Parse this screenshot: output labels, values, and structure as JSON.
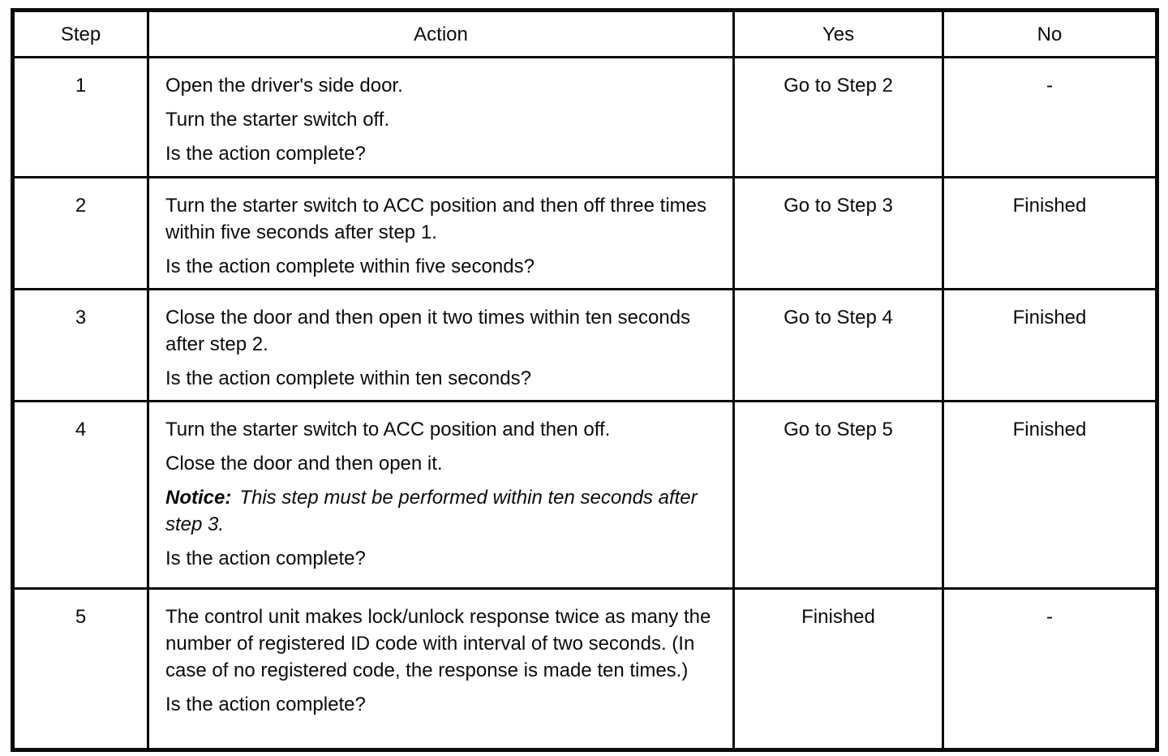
{
  "table": {
    "headers": {
      "step": "Step",
      "action": "Action",
      "yes": "Yes",
      "no": "No"
    },
    "rows": [
      {
        "step": "1",
        "action": [
          "Open the driver's side door.",
          "Turn the starter switch off.",
          "Is the action complete?"
        ],
        "yes": "Go to Step 2",
        "no": "-"
      },
      {
        "step": "2",
        "action": [
          "Turn the starter switch to ACC position and then off three times within five seconds after step 1.",
          "Is the action complete within five seconds?"
        ],
        "yes": "Go to Step 3",
        "no": "Finished"
      },
      {
        "step": "3",
        "action": [
          "Close the door and then open it two times within ten seconds after step 2.",
          "Is the action complete within ten seconds?"
        ],
        "yes": "Go to Step 4",
        "no": "Finished"
      },
      {
        "step": "4",
        "action": [
          "Turn the starter switch to ACC position and then off.",
          "Close the door and then open it."
        ],
        "notice_label": "Notice:",
        "notice_text": "This step must be performed within ten seconds after step 3.",
        "question": "Is the action complete?",
        "yes": "Go to Step 5",
        "no": "Finished"
      },
      {
        "step": "5",
        "action": [
          "The control unit makes lock/unlock response twice as many the number of registered ID code with interval of two seconds.  (In case of no registered code, the response is made ten times.)",
          "Is the action complete?"
        ],
        "yes": "Finished",
        "no": "-"
      }
    ]
  }
}
